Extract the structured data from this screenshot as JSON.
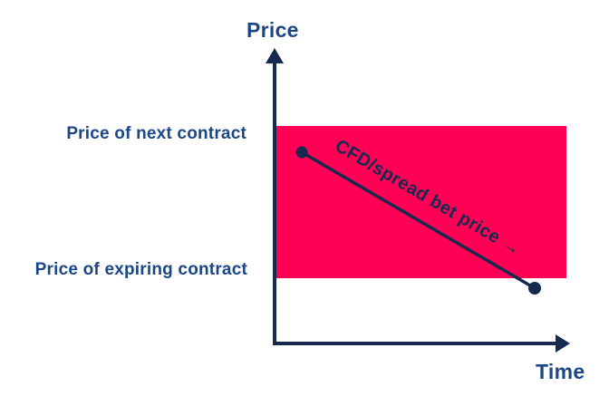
{
  "colors": {
    "background": "#ffffff",
    "pink": "#ff0054",
    "navy": "#16294e",
    "labelBlue": "#1b4788"
  },
  "labels": {
    "y_axis": "Price",
    "x_axis": "Time",
    "next_contract": "Price of next contract",
    "expiring_contract": "Price of expiring contract",
    "cfd_annotation": "CFD/spread bet price →"
  }
}
